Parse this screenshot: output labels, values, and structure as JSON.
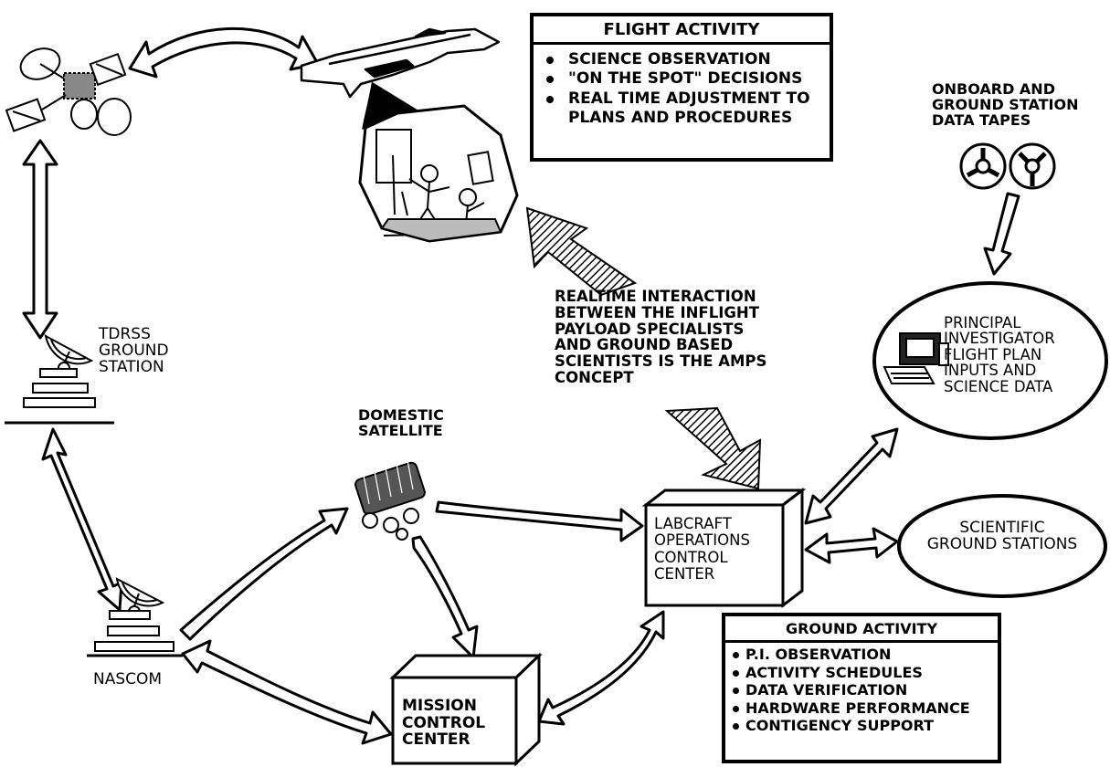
{
  "flight_activity": {
    "title": "FLIGHT ACTIVITY",
    "items": [
      "SCIENCE OBSERVATION",
      "\"ON THE SPOT\" DECISIONS",
      "REAL TIME ADJUSTMENT TO",
      "PLANS AND PROCEDURES"
    ]
  },
  "ground_activity": {
    "title": "GROUND ACTIVITY",
    "items": [
      "P.I. OBSERVATION",
      "ACTIVITY SCHEDULES",
      "DATA VERIFICATION",
      "HARDWARE PERFORMANCE",
      "CONTIGENCY SUPPORT"
    ]
  },
  "labels": {
    "data_tapes": [
      "ONBOARD AND",
      "GROUND STATION",
      "DATA TAPES"
    ],
    "tdrss": [
      "TDRSS",
      "GROUND",
      "STATION"
    ],
    "domestic_satellite": [
      "DOMESTIC",
      "SATELLITE"
    ],
    "nascom": "NASCOM",
    "realtime": [
      "REALTIME INTERACTION",
      "BETWEEN THE INFLIGHT",
      "PAYLOAD SPECIALISTS",
      "AND GROUND BASED",
      "SCIENTISTS IS THE AMPS",
      "CONCEPT"
    ],
    "principal_investigator": [
      "PRINCIPAL",
      "INVESTIGATOR",
      "FLIGHT PLAN",
      "INPUTS AND",
      "SCIENCE DATA"
    ],
    "scientific_ground": [
      "SCIENTIFIC",
      "GROUND STATIONS"
    ],
    "labcraft": [
      "LABCRAFT",
      "OPERATIONS",
      "CONTROL",
      "CENTER"
    ],
    "mission_control": [
      "MISSION",
      "CONTROL",
      "CENTER"
    ]
  }
}
